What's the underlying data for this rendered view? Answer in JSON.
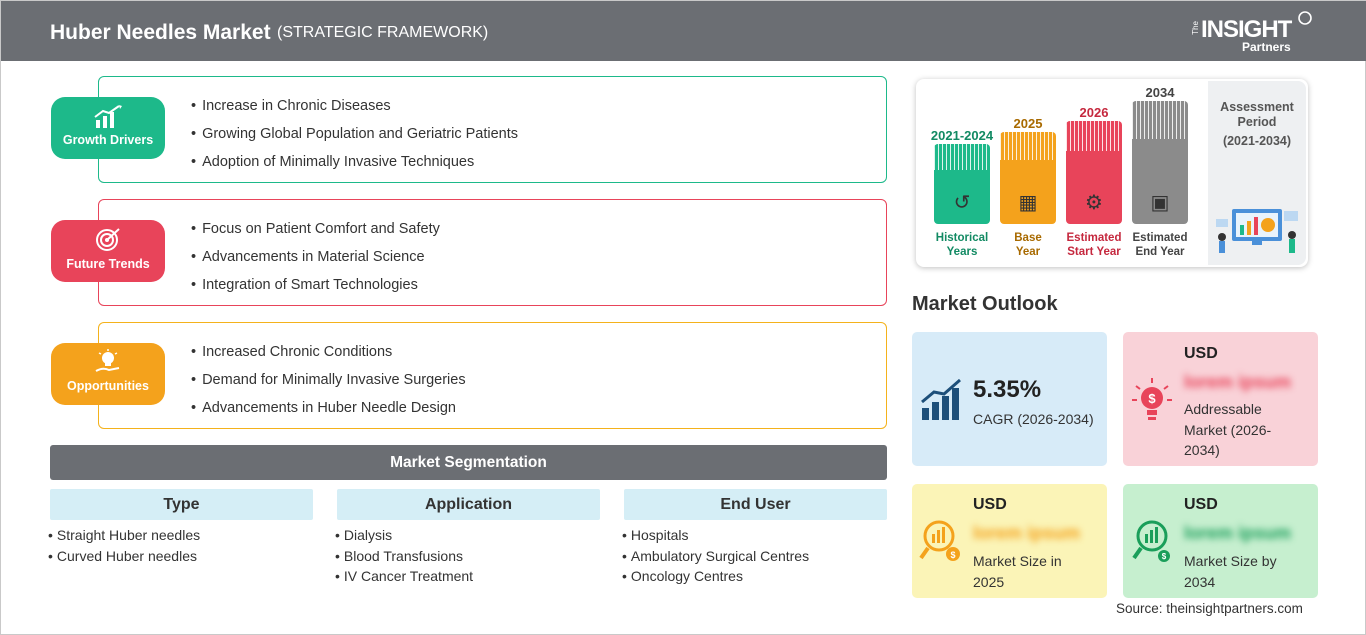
{
  "header": {
    "title": "Huber Needles Market",
    "subtitle": "(STRATEGIC FRAMEWORK)",
    "logo_the": "The",
    "logo_insight": "INSIGHT",
    "logo_partners": "Partners"
  },
  "framework": {
    "growth_drivers": {
      "label": "Growth Drivers",
      "items": [
        "Increase in Chronic Diseases",
        "Growing Global Population and Geriatric Patients",
        "Adoption of Minimally Invasive Techniques"
      ]
    },
    "future_trends": {
      "label": "Future Trends",
      "items": [
        "Focus on Patient Comfort and Safety",
        "Advancements in Material Science",
        "Integration of Smart Technologies"
      ]
    },
    "opportunities": {
      "label": "Opportunities",
      "items": [
        "Increased Chronic Conditions",
        "Demand for Minimally Invasive Surgeries",
        "Advancements in Huber Needle Design"
      ]
    }
  },
  "segmentation": {
    "title": "Market Segmentation",
    "columns": [
      {
        "head": "Type",
        "items": [
          "Straight Huber needles",
          "Curved Huber needles"
        ]
      },
      {
        "head": "Application",
        "items": [
          "Dialysis",
          "Blood Transfusions",
          "IV Cancer Treatment"
        ]
      },
      {
        "head": "End User",
        "items": [
          "Hospitals",
          "Ambulatory Surgical Centres",
          "Oncology Centres"
        ]
      }
    ]
  },
  "timeline": {
    "pillars": [
      {
        "year": "2021-2024",
        "label_1": "Historical",
        "label_2": "Years",
        "color": "#1db98a",
        "year_color": "#128a63"
      },
      {
        "year": "2025",
        "label_1": "Base",
        "label_2": "Year",
        "color": "#f4a21c",
        "year_color": "#a86a00"
      },
      {
        "year": "2026",
        "label_1": "Estimated",
        "label_2": "Start Year",
        "color": "#e8445a",
        "year_color": "#c5283e"
      },
      {
        "year": "2034",
        "label_1": "Estimated",
        "label_2": "End Year",
        "color": "#8b8b8b",
        "year_color": "#444444"
      }
    ],
    "assessment_label": "Assessment Period",
    "assessment_range": "(2021-2034)"
  },
  "market_outlook": {
    "title": "Market Outlook",
    "cagr_value": "5.35%",
    "cagr_label": "CAGR (2026-2034)",
    "addressable": {
      "currency": "USD",
      "value": "lorem ipsum",
      "label": "Addressable Market (2026-2034)"
    },
    "size_2025": {
      "currency": "USD",
      "value": "lorem ipsum",
      "label": "Market Size in 2025"
    },
    "size_2034": {
      "currency": "USD",
      "value": "lorem ipsum",
      "label": "Market Size by 2034"
    }
  },
  "source": "Source: theinsightpartners.com",
  "colors": {
    "header_bg": "#6b6e73",
    "growth": "#1db98a",
    "trends": "#e8445a",
    "opportunities": "#f4a21c",
    "card_blue": "#d7ebf8",
    "card_pink": "#f9d2d8",
    "card_yellow": "#fbf4b7",
    "card_green": "#c6efcf"
  }
}
